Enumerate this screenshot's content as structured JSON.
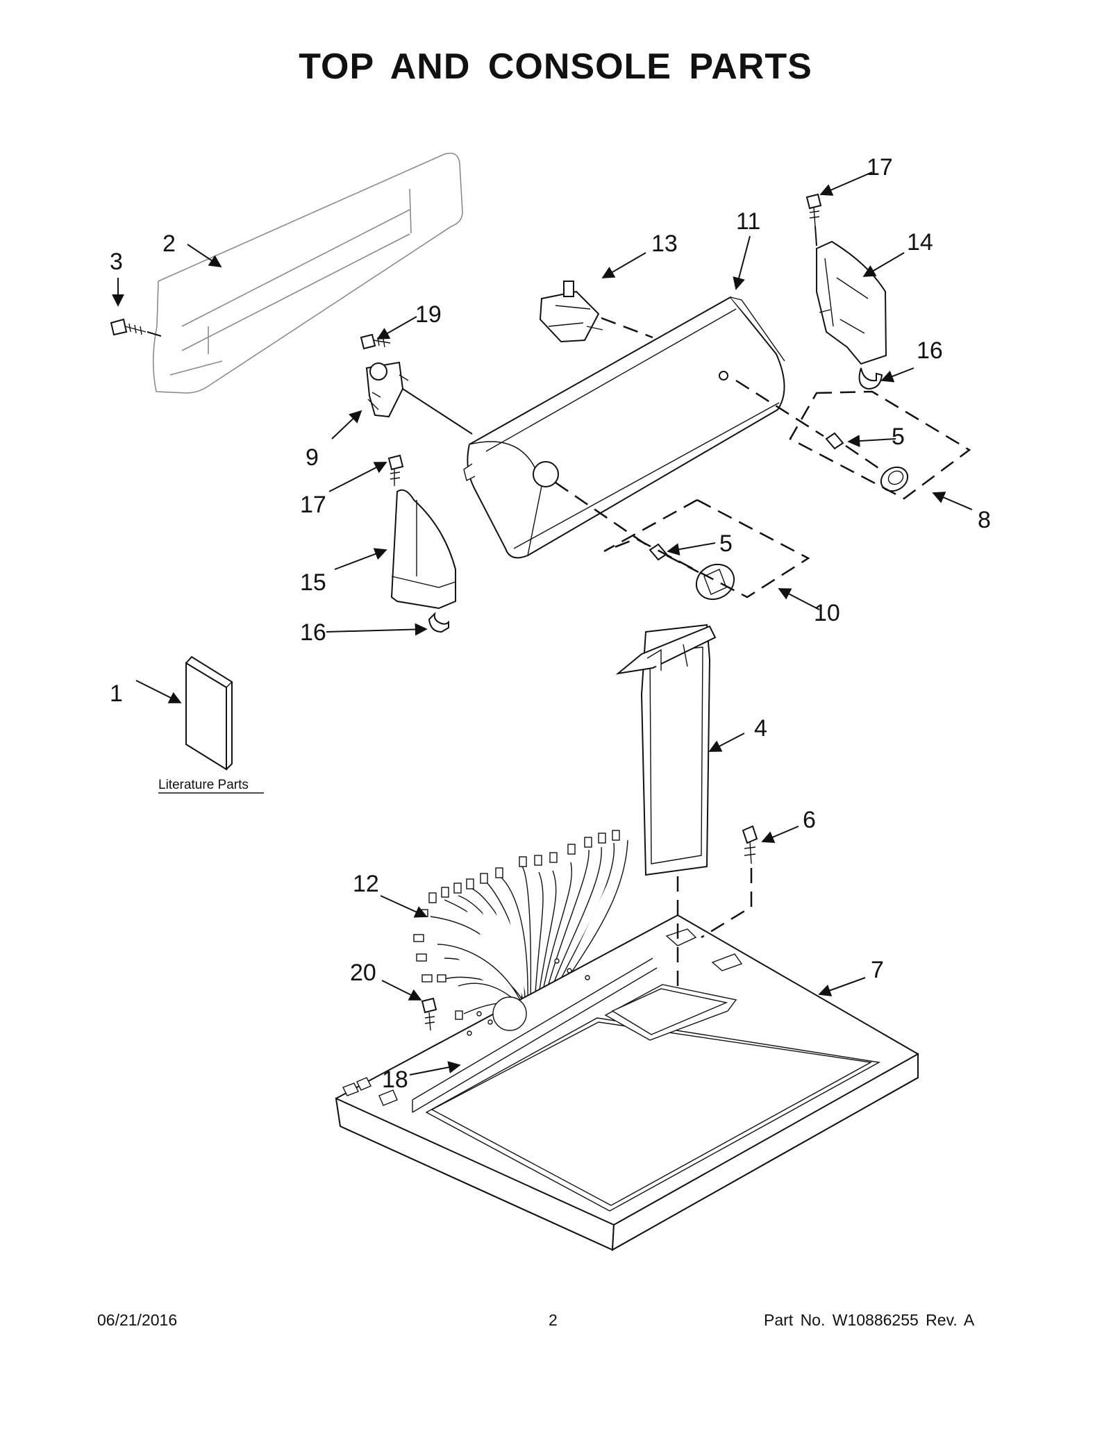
{
  "title": "TOP AND CONSOLE PARTS",
  "callouts": {
    "c1": "1",
    "c2": "2",
    "c3": "3",
    "c4": "4",
    "c5a": "5",
    "c5b": "5",
    "c6": "6",
    "c7": "7",
    "c8": "8",
    "c9": "9",
    "c10": "10",
    "c11": "11",
    "c12": "12",
    "c13": "13",
    "c14": "14",
    "c15": "15",
    "c16a": "16",
    "c16b": "16",
    "c17a": "17",
    "c17b": "17",
    "c18": "18",
    "c19": "19",
    "c20": "20"
  },
  "literature_label": "Literature Parts",
  "footer": {
    "date": "06/21/2016",
    "page": "2",
    "part_number": "Part No.  W10886255  Rev.  A"
  }
}
